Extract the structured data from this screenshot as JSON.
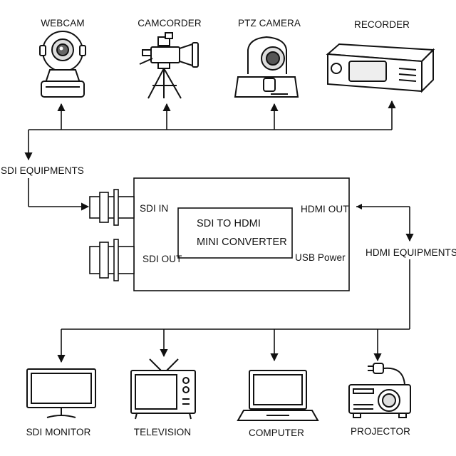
{
  "sources": {
    "webcam": "WEBCAM",
    "camcorder": "CAMCORDER",
    "ptz_camera": "PTZ CAMERA",
    "recorder": "RECORDER"
  },
  "sdi_equipments": "SDI EQUIPMENTS",
  "hdmi_equipments": "HDMI EQUIPMENTS",
  "converter": {
    "title_line1": "SDI TO HDMI",
    "title_line2": "MINI CONVERTER",
    "sdi_in": "SDI IN",
    "sdi_out": "SDI OUT",
    "hdmi_out": "HDMI OUT",
    "usb_power": "USB Power"
  },
  "outputs": {
    "sdi_monitor": "SDI MONITOR",
    "television": "TELEVISION",
    "computer": "COMPUTER",
    "projector": "PROJECTOR"
  },
  "icons": [
    "webcam-icon",
    "camcorder-icon",
    "ptz-camera-icon",
    "recorder-icon",
    "monitor-icon",
    "television-icon",
    "laptop-icon",
    "projector-icon"
  ],
  "colors": {
    "line": "#111111",
    "background": "#ffffff"
  }
}
